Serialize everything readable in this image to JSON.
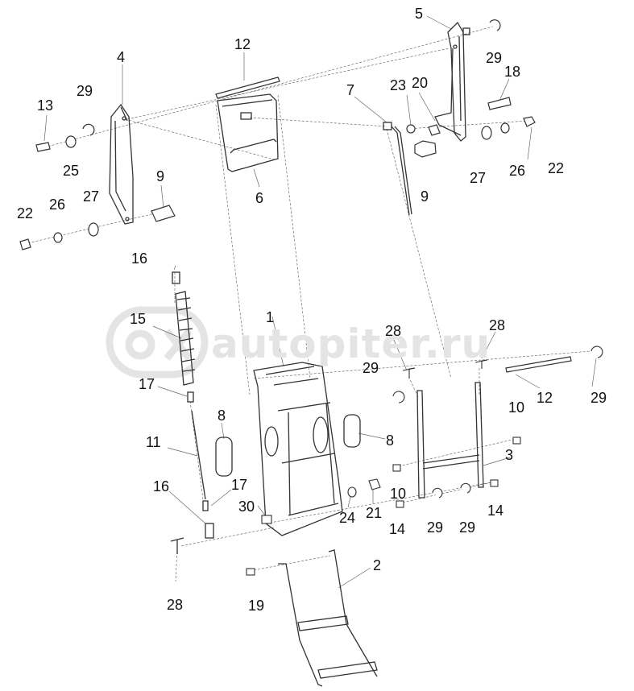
{
  "watermark": "autopiter.ru",
  "callouts": [
    {
      "label": "5"
    },
    {
      "label": "29"
    },
    {
      "label": "4"
    },
    {
      "label": "12"
    },
    {
      "label": "7"
    },
    {
      "label": "23"
    },
    {
      "label": "20"
    },
    {
      "label": "18"
    },
    {
      "label": "13"
    },
    {
      "label": "29"
    },
    {
      "label": "25"
    },
    {
      "label": "9"
    },
    {
      "label": "6"
    },
    {
      "label": "27"
    },
    {
      "label": "26"
    },
    {
      "label": "22"
    },
    {
      "label": "22"
    },
    {
      "label": "26"
    },
    {
      "label": "27"
    },
    {
      "label": "9"
    },
    {
      "label": "16"
    },
    {
      "label": "15"
    },
    {
      "label": "1"
    },
    {
      "label": "28"
    },
    {
      "label": "28"
    },
    {
      "label": "29"
    },
    {
      "label": "17"
    },
    {
      "label": "12"
    },
    {
      "label": "29"
    },
    {
      "label": "8"
    },
    {
      "label": "10"
    },
    {
      "label": "11"
    },
    {
      "label": "8"
    },
    {
      "label": "3"
    },
    {
      "label": "16"
    },
    {
      "label": "17"
    },
    {
      "label": "10"
    },
    {
      "label": "30"
    },
    {
      "label": "24"
    },
    {
      "label": "21"
    },
    {
      "label": "14"
    },
    {
      "label": "14"
    },
    {
      "label": "29"
    },
    {
      "label": "29"
    },
    {
      "label": "2"
    },
    {
      "label": "28"
    },
    {
      "label": "19"
    }
  ]
}
